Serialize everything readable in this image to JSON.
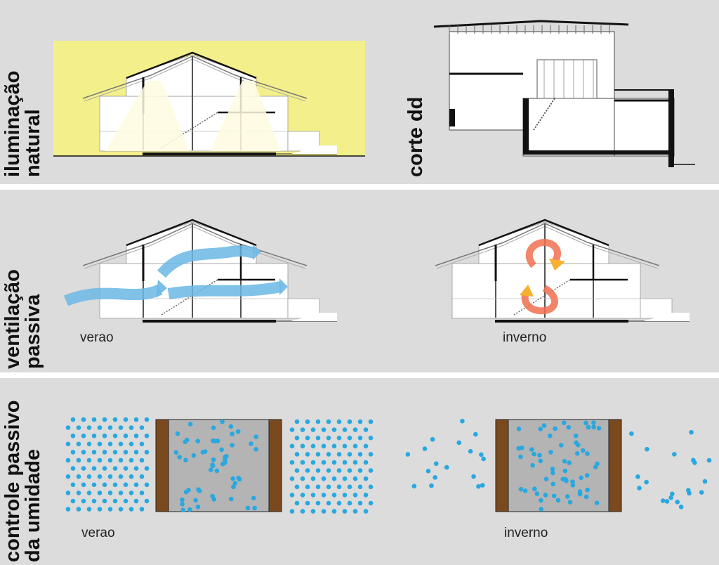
{
  "sections": [
    {
      "label_line1": "iluminação",
      "label_line2": "natural",
      "right_label": "corte dd"
    },
    {
      "label_line1": "ventilação",
      "label_line2": "passiva",
      "caption_left": "verao",
      "caption_right": "inverno"
    },
    {
      "label_line1": "controle passivo",
      "label_line2": "da umidade",
      "caption_left": "verao",
      "caption_right": "inverno"
    }
  ],
  "colors": {
    "background": "#dcdcdc",
    "light": "#f3ef8a",
    "airflow": "#6cb8e6",
    "warm_air": "#f07050",
    "moisture": "#29a8e0",
    "wall_wood": "#7a4a1e",
    "wall_core": "#b4b4b4"
  }
}
